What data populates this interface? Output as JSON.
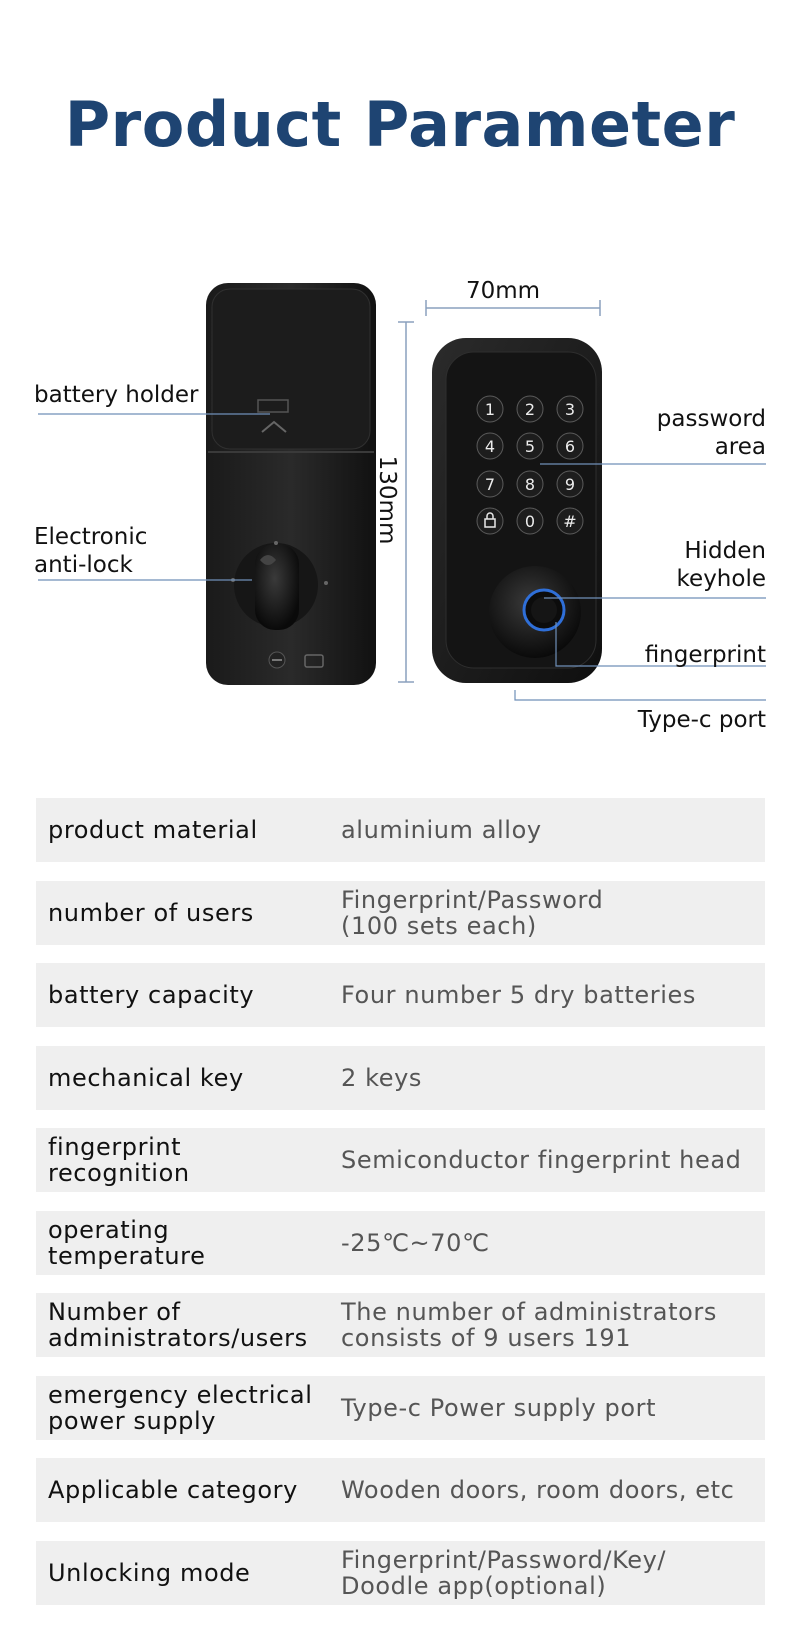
{
  "title": "Product Parameter",
  "diagram": {
    "dimensions": {
      "width": "70mm",
      "height": "130mm"
    },
    "labels": {
      "battery_holder": "battery holder",
      "anti_lock": "Electronic\nanti-lock",
      "password_area": "password\narea",
      "hidden_keyhole": "Hidden\nkeyhole",
      "fingerprint": "fingerprint",
      "typec_port": "Type-c port"
    },
    "keypad": [
      "1",
      "2",
      "3",
      "4",
      "5",
      "6",
      "7",
      "8",
      "9",
      "lock",
      "0",
      "#"
    ]
  },
  "colors": {
    "title": "#1e4472",
    "row_bg": "#efefef",
    "lock_body": "#111111",
    "fingerprint_ring": "#2f6fd8"
  },
  "specs": [
    {
      "label": "product material",
      "value": "aluminium alloy"
    },
    {
      "label": "number of users",
      "value": "Fingerprint/Password\n(100 sets each)"
    },
    {
      "label": "battery capacity",
      "value": "Four number 5 dry batteries"
    },
    {
      "label": "mechanical key",
      "value": "2 keys"
    },
    {
      "label": "fingerprint\nrecognition",
      "value": "Semiconductor fingerprint head"
    },
    {
      "label": "operating\ntemperature",
      "value": "-25℃~70℃"
    },
    {
      "label": "Number of\nadministrators/users",
      "value": "The number of administrators\nconsists of 9 users 191"
    },
    {
      "label": "emergency electrical\npower supply",
      "value": "Type-c Power supply port"
    },
    {
      "label": "Applicable category",
      "value": "Wooden doors, room doors, etc"
    },
    {
      "label": "Unlocking mode",
      "value": "Fingerprint/Password/Key/\nDoodle app(optional)"
    }
  ]
}
